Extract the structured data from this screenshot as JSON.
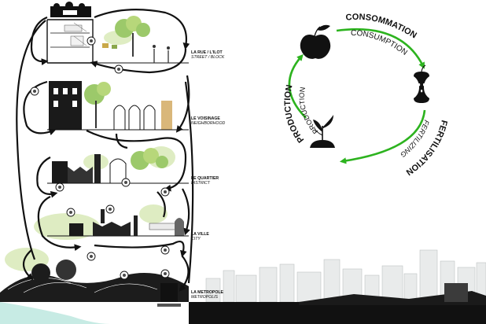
{
  "cycle": {
    "stages": [
      {
        "fr": "CONSOMMATION",
        "en": "CONSUMPTION",
        "icon": "apple-icon"
      },
      {
        "fr": "FERTILISATION",
        "en": "FERTILIZING",
        "icon": "apple-core-icon"
      },
      {
        "fr": "PRODUCTION",
        "en": "PRODUCTION",
        "icon": "sprout-icon"
      }
    ],
    "arrow_color": "#2db31f"
  },
  "scales": [
    {
      "fr": "LA RUE / L'ILOT",
      "en": "STREET / BLOCK"
    },
    {
      "fr": "LE VOISINAGE",
      "en": "NEIGHBORHOOD"
    },
    {
      "fr": "LE QUARTIER",
      "en": "DISTRICT"
    },
    {
      "fr": "LA VILLE",
      "en": "CITY"
    },
    {
      "fr": "LA METROPOLE",
      "en": "METROPOLIS"
    }
  ],
  "colors": {
    "ink": "#111111",
    "foliage": "#b7d77a",
    "water": "#c7ebe4",
    "skyline": "#bfc3c3"
  }
}
